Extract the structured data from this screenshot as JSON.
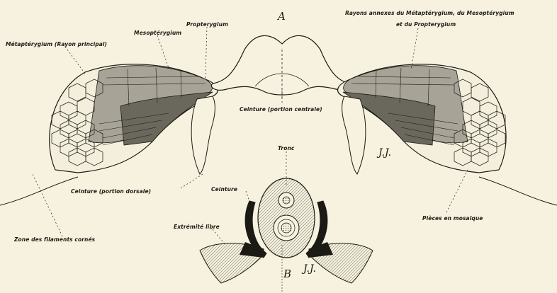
{
  "figure": {
    "letter_a": "A",
    "letter_b": "B",
    "signature_top": "J.J.",
    "signature_bottom": "J.J.",
    "labels": {
      "propterygium": "Propterygium",
      "mesopterygium": "Mesoptérygium",
      "metapterygium": "Métaptérygium (Rayon principal)",
      "rayons_line1": "Rayons annexes du Métaptérygium, du Mesoptérygium",
      "rayons_line2": "et du Propterygium",
      "ceinture_centrale": "Ceinture (portion centrale)",
      "ceinture_dorsale": "Ceinture (portion dorsale)",
      "tronc": "Tronc",
      "ceinture": "Ceinture",
      "extremite_libre": "Extrémité libre",
      "pieces_mosaique": "Pièces en mosaïque",
      "zone_filaments": "Zone des filaments cornés"
    }
  },
  "colors": {
    "paper": "#f6f2df",
    "ink": "#1c1a14",
    "shade": "#9d9a8d",
    "dark_shade": "#3a382f"
  }
}
